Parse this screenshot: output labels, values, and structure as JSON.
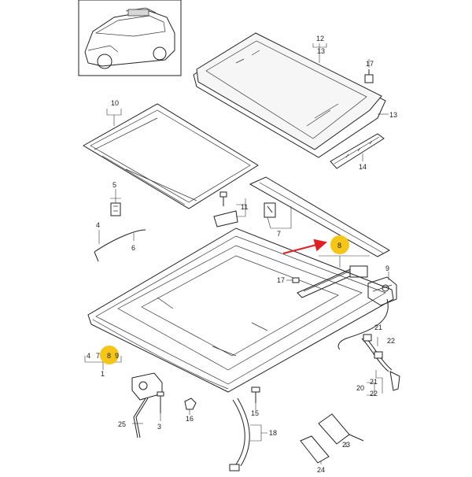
{
  "labels": {
    "l1": "1",
    "l3": "3",
    "l4a": "4",
    "l4b": "4",
    "l5": "5",
    "l6": "6",
    "l7a": "7",
    "l7b": "7",
    "l8a": "8",
    "l8b": "8",
    "l9a": "9",
    "l9b": "9",
    "l10": "10",
    "l11": "11",
    "l12": "12",
    "l13a": "13",
    "l13b": "13",
    "l14": "14",
    "l15": "15",
    "l16": "16",
    "l17a": "17",
    "l17b": "17",
    "l18": "18",
    "l20": "20",
    "l21a": "21",
    "l21b": "21",
    "l22a": "22",
    "l22b": "22",
    "l23": "23",
    "l24": "24",
    "l25": "25"
  },
  "colors": {
    "highlight": "#f5c518",
    "arrow": "#e02020",
    "line": "#222222"
  }
}
